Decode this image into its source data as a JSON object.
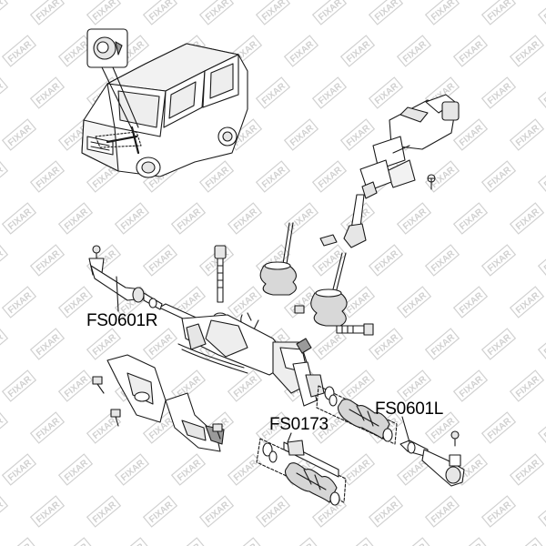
{
  "labels": {
    "right_tie_rod_end": "FS0601R",
    "rack_boot_kit": "FS0173",
    "left_tie_rod_end": "FS0601L"
  },
  "watermark": {
    "brand": "FIXAR",
    "color": "#d0d0d0"
  },
  "colors": {
    "line": "#1a1a1a",
    "fill": "#ffffff",
    "shade": "#e6e6e6",
    "dark": "#9a9a9a"
  }
}
